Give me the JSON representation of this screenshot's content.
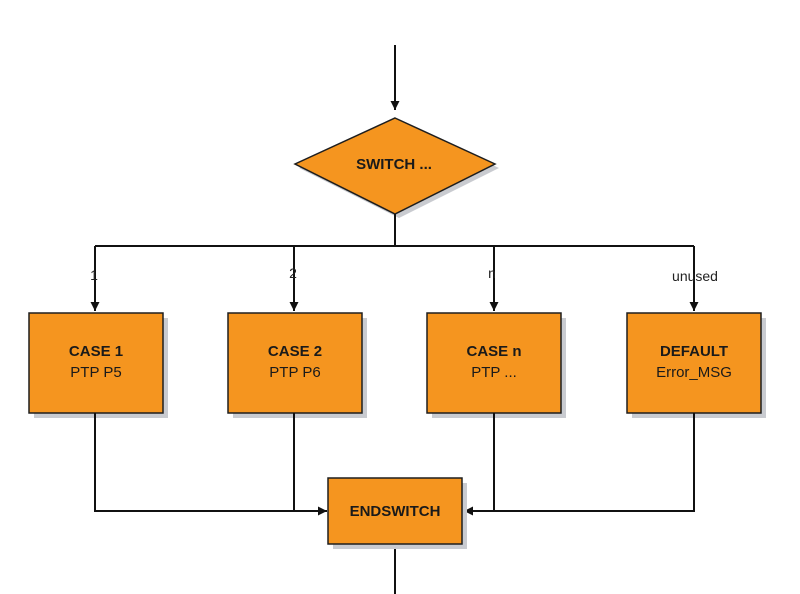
{
  "colors": {
    "fill": "#f5951f",
    "stroke": "#1e1e1e",
    "shadow": "#c9cbd0",
    "line": "#111111"
  },
  "switch": {
    "label": "SWITCH ..."
  },
  "branches": [
    {
      "edge_label": "1",
      "title": "CASE 1",
      "subtitle": "PTP P5"
    },
    {
      "edge_label": "2",
      "title": "CASE 2",
      "subtitle": "PTP P6"
    },
    {
      "edge_label": "n",
      "title": "CASE n",
      "subtitle": "PTP ..."
    },
    {
      "edge_label": "unused",
      "title": "DEFAULT",
      "subtitle": "Error_MSG"
    }
  ],
  "endswitch": {
    "label": "ENDSWITCH"
  }
}
